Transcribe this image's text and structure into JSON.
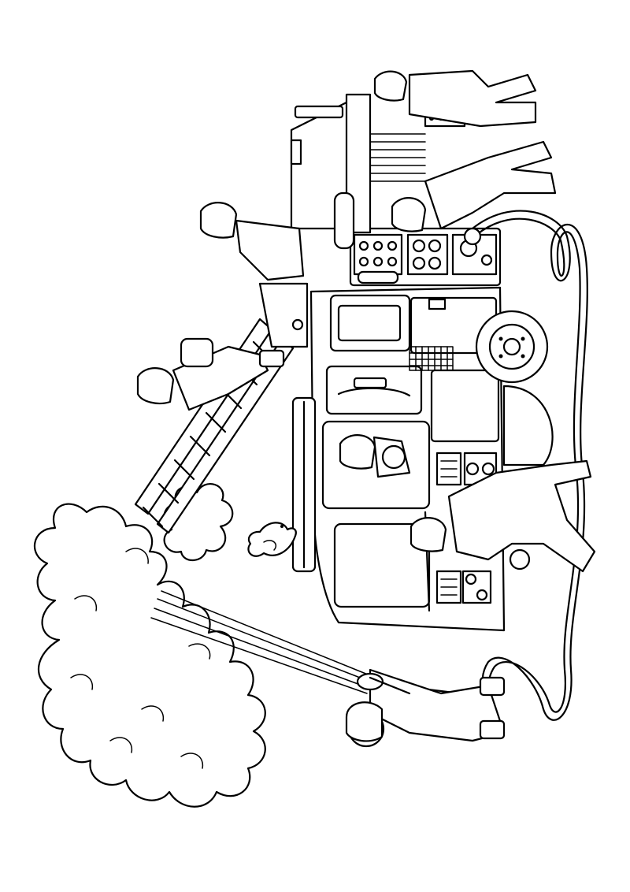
{
  "image": {
    "kind": "coloring-page",
    "background": "#ffffff",
    "ink": "#000000",
    "orientation": "rotated-90-degrees",
    "elements": [
      "smoke-cloud",
      "fire-truck",
      "ladder",
      "water-hose",
      "water-spray",
      "firefighter-with-hose",
      "firefighter-on-ladder",
      "firefighter-at-pump-panel",
      "firefighter-at-rear",
      "firefighter-driving",
      "firefighter-climbing-cab",
      "bird"
    ]
  }
}
